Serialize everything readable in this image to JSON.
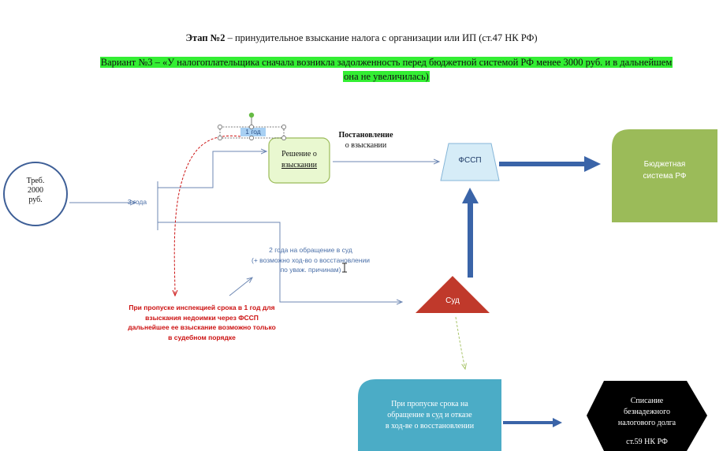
{
  "title": {
    "stage": "Этап №2",
    "rest": " – принудительное взыскание налога с организации или ИП (ст.47 НК РФ)"
  },
  "variant": {
    "line1": "Вариант №3 – «У налогоплательщика сначала возникла задолженность перед бюджетной системой РФ менее 3000 руб. и в дальнейшем",
    "line2": "она не увеличилась)"
  },
  "nodes": {
    "demand": {
      "line1": "Треб.",
      "line2": "2000",
      "line3": "руб."
    },
    "three_years": "3 года",
    "one_year": "1 год",
    "decision": {
      "line1": "Решение о",
      "line2": "взыскании"
    },
    "resolution": {
      "line1": "Постановление",
      "line2": "о взыскании"
    },
    "fssp": "ФССП",
    "budget": {
      "line1": "Бюджетная",
      "line2": "система РФ"
    },
    "two_years": {
      "line1": "2 года на обращение в суд",
      "line2": "(+ возможно ход-во о восстановлении",
      "line3": "по уваж. причинам)"
    },
    "red_note": {
      "line1": "При пропуске инспекцией срока в 1 год для",
      "line2": "взыскания недоимки через ФССП",
      "line3": "дальнейшее ее взыскание возможно только",
      "line4": "в судебном порядке"
    },
    "court": "Суд",
    "missed_term": {
      "line1": "При пропуске срока на",
      "line2": "обращение в суд и отказе",
      "line3": "в ход-ве о восстановлении"
    },
    "write_off": {
      "line1": "Списание",
      "line2": "безнадежного",
      "line3": "налогового долга",
      "line4": "ст.59 НК РФ"
    }
  },
  "colors": {
    "highlight": "#33ee33",
    "decision_fill": "#e9f8d0",
    "budget_fill": "#9bbb59",
    "court_fill": "#c0392b",
    "missed_fill": "#4bacc6",
    "write_off_fill": "#000000",
    "arrow_blue": "#3a64a8",
    "red": "#cc1111"
  }
}
